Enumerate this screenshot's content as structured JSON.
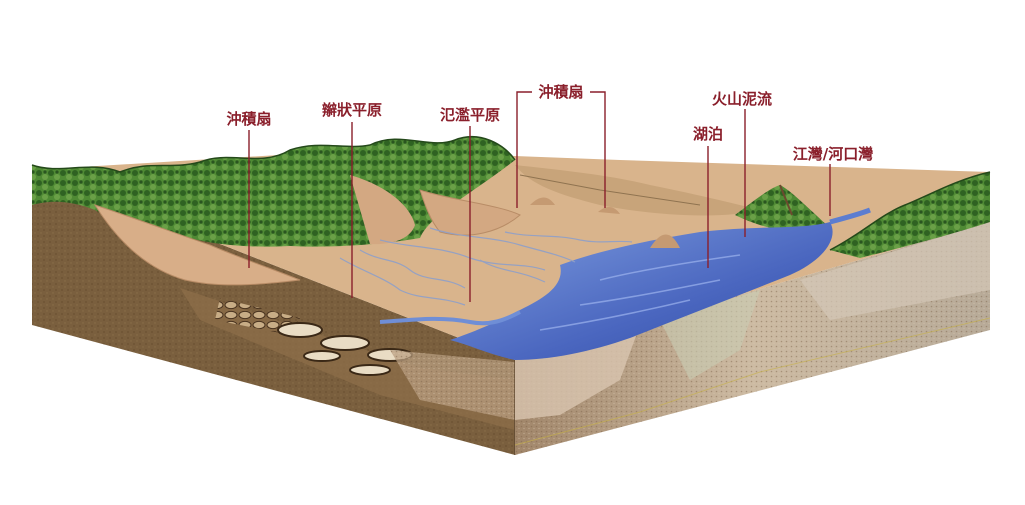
{
  "labels": {
    "alluvial_fan_left": "沖積扇",
    "braided_plain": "辮狀平原",
    "floodplain": "氾濫平原",
    "alluvial_fan_center": "沖積扇",
    "lake": "湖泊",
    "volcanic_mudflow": "火山泥流",
    "estuary_delta": "江灣/河口灣"
  },
  "colors": {
    "label_text": "#8a1f2b",
    "leader_line": "#8a1f2b",
    "forest": "#3f7a2c",
    "sediment": "#d9b48c",
    "lake_water": "#4f6fc4",
    "soil_front": "#7a5d3c",
    "soil_side": "#a88a6a"
  }
}
